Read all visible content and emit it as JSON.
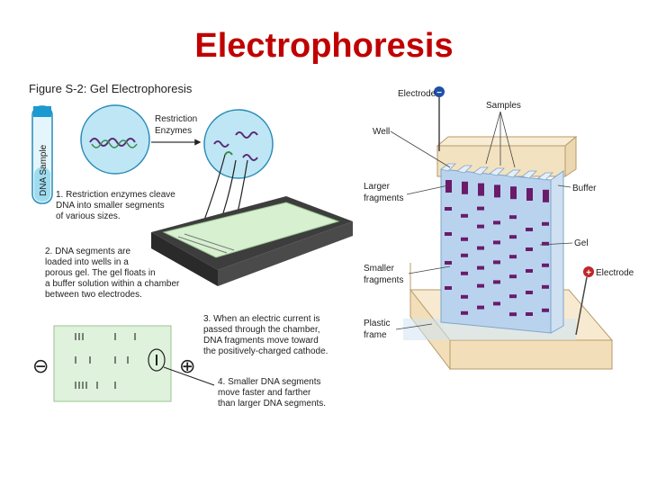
{
  "slide_title": "Electrophoresis",
  "figure_left": {
    "title": "Figure S-2: Gel Electrophoresis",
    "tube_label": "DNA Sample",
    "enzymes_label": [
      "Restriction",
      "Enzymes"
    ],
    "step1": [
      "1. Restriction enzymes cleave",
      "DNA into smaller segments",
      "of various sizes."
    ],
    "step2": [
      "2. DNA segments are",
      "loaded into wells in a",
      "porous gel.  The gel floats in",
      "a buffer solution within a chamber",
      "between two electrodes."
    ],
    "step3": [
      "3. When an electric current is",
      "passed through the chamber,",
      "DNA fragments move toward",
      "the positively-charged cathode."
    ],
    "step4": [
      "4. Smaller DNA segments",
      "move faster and farther",
      "than larger DNA segments."
    ],
    "minus_symbol": "⊖",
    "plus_symbol": "⊕"
  },
  "figure_right": {
    "labels": {
      "electrode_top": "Electrode",
      "samples": "Samples",
      "well": "Well",
      "larger_fragments": [
        "Larger",
        "fragments"
      ],
      "buffer": "Buffer",
      "gel": "Gel",
      "smaller_fragments": [
        "Smaller",
        "fragments"
      ],
      "electrode_bottom": "Electrode",
      "plastic_frame": [
        "Plastic",
        "frame"
      ]
    },
    "minus_sign": "−",
    "plus_sign": "+"
  },
  "colors": {
    "title": "#c00000",
    "band": "#6a1b6a",
    "gel": "#b9d3ee",
    "buffer": "#f3e2c0"
  }
}
